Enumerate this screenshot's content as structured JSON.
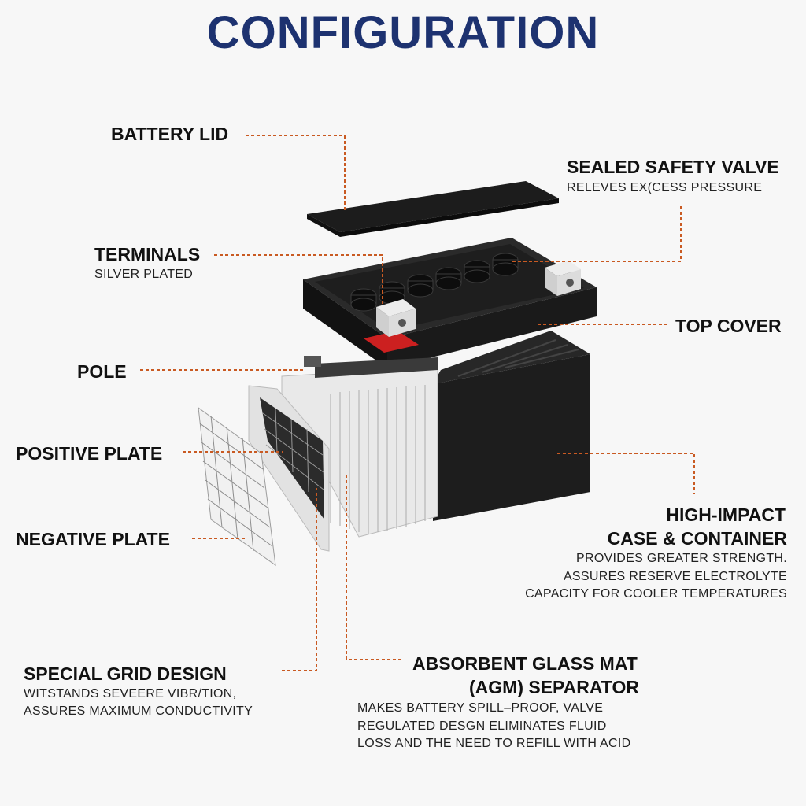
{
  "title": "CONFIGURATION",
  "colors": {
    "title": "#1d3270",
    "leader": "#c95a22",
    "case": "#1b1b1b",
    "plate_light": "#e8e8e8",
    "terminal_red": "#cc2020"
  },
  "labels": {
    "battery_lid": {
      "heading": "BATTERY LID"
    },
    "sealed_safety_valve": {
      "heading": "SEALED SAFETY VALVE",
      "description": "RELEVES EX(CESS PRESSURE"
    },
    "terminals": {
      "heading": "TERMINALS",
      "description": "SILVER PLATED"
    },
    "top_cover": {
      "heading": "TOP COVER"
    },
    "pole": {
      "heading": "POLE"
    },
    "positive_plate": {
      "heading": "POSITIVE PLATE"
    },
    "negative_plate": {
      "heading": "NEGATIVE PLATE"
    },
    "case_container": {
      "heading_line1": "HIGH-IMPACT",
      "heading_line2": "CASE & CONTAINER",
      "description_lines": [
        "PROVIDES GREATER STRENGTH.",
        "ASSURES RESERVE ELECTROLYTE",
        "CAPACITY FOR COOLER TEMPERATURES"
      ]
    },
    "special_grid_design": {
      "heading": "SPECIAL GRID DESIGN",
      "description_lines": [
        "WITSTANDS SEVEERE VIBR/TION,",
        "ASSURES MAXIMUM CONDUCTIVITY"
      ]
    },
    "agm_separator": {
      "heading_line1": "ABSORBENT GLASS MAT",
      "heading_line2": "(AGM) SEPARATOR",
      "description_lines": [
        "MAKES BATTERY SPILL–PROOF, VALVE",
        "REGULATED DESGN ELIMINATES FLUID",
        "LOSS AND THE NEED TO REFILL WITH ACID"
      ]
    }
  }
}
